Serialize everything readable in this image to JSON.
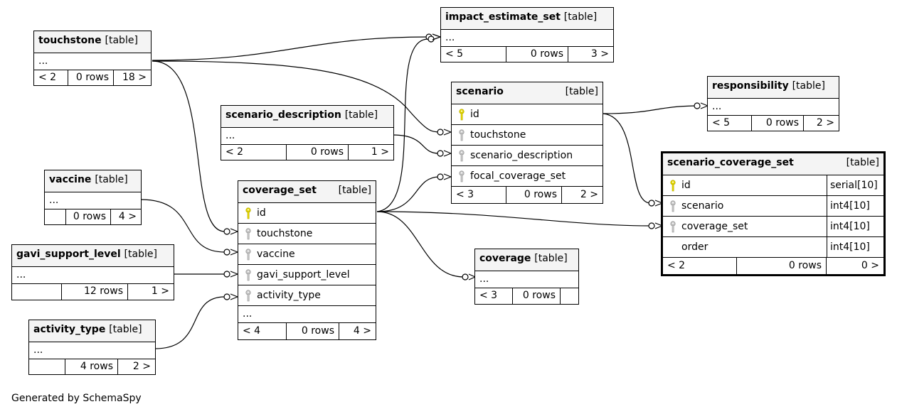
{
  "tables": {
    "touchstone": {
      "name": "touchstone",
      "kind": "[table]",
      "ellipsis": "...",
      "parents": "< 2",
      "rows": "0 rows",
      "children": "18 >"
    },
    "impact_estimate_set": {
      "name": "impact_estimate_set",
      "kind": "[table]",
      "ellipsis": "...",
      "parents": "< 5",
      "rows": "0 rows",
      "children": "3 >"
    },
    "scenario": {
      "name": "scenario",
      "kind": "[table]",
      "columns": [
        "id",
        "touchstone",
        "scenario_description",
        "focal_coverage_set"
      ],
      "parents": "< 3",
      "rows": "0 rows",
      "children": "2 >"
    },
    "responsibility": {
      "name": "responsibility",
      "kind": "[table]",
      "ellipsis": "...",
      "parents": "< 5",
      "rows": "0 rows",
      "children": "2 >"
    },
    "scenario_description": {
      "name": "scenario_description",
      "kind": "[table]",
      "ellipsis": "...",
      "parents": "< 2",
      "rows": "0 rows",
      "children": "1 >"
    },
    "vaccine": {
      "name": "vaccine",
      "kind": "[table]",
      "ellipsis": "...",
      "parents": "",
      "rows": "0 rows",
      "children": "4 >"
    },
    "coverage_set": {
      "name": "coverage_set",
      "kind": "[table]",
      "columns": [
        "id",
        "touchstone",
        "vaccine",
        "gavi_support_level",
        "activity_type"
      ],
      "ellipsis": "...",
      "parents": "< 4",
      "rows": "0 rows",
      "children": "4 >"
    },
    "scenario_coverage_set": {
      "name": "scenario_coverage_set",
      "kind": "[table]",
      "columns": [
        {
          "name": "id",
          "type": "serial[10]"
        },
        {
          "name": "scenario",
          "type": "int4[10]"
        },
        {
          "name": "coverage_set",
          "type": "int4[10]"
        },
        {
          "name": "order",
          "type": "int4[10]"
        }
      ],
      "parents": "< 2",
      "rows": "0 rows",
      "children": "0 >"
    },
    "gavi_support_level": {
      "name": "gavi_support_level",
      "kind": "[table]",
      "ellipsis": "...",
      "parents": "",
      "rows": "12 rows",
      "children": "1 >"
    },
    "coverage": {
      "name": "coverage",
      "kind": "[table]",
      "ellipsis": "...",
      "parents": "< 3",
      "rows": "0 rows",
      "children": ""
    },
    "activity_type": {
      "name": "activity_type",
      "kind": "[table]",
      "ellipsis": "...",
      "parents": "",
      "rows": "4 rows",
      "children": "2 >"
    }
  },
  "colors": {
    "primary_key": "#e6d800",
    "foreign_key": "#b0b0b0",
    "header_bg": "#f4f4f4"
  },
  "icons": {
    "primary_key": "key-icon",
    "foreign_key": "key-icon"
  },
  "footer": "Generated by SchemaSpy"
}
